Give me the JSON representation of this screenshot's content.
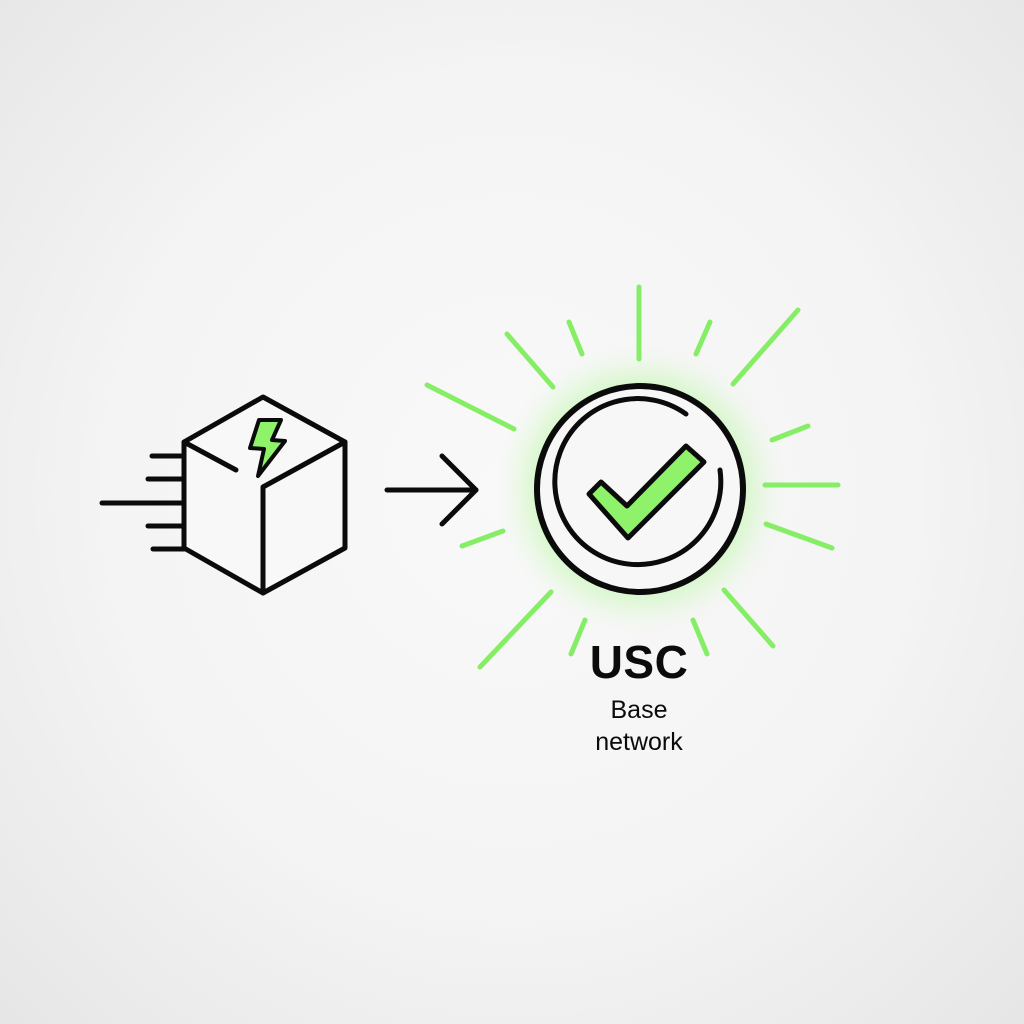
{
  "diagram": {
    "description": "Package with lightning bolt moving fast toward a confirmed checkmark badge",
    "colors": {
      "stroke": "#0b0b0b",
      "accent": "#8ef26a",
      "accent_ray": "#86ee66",
      "glow": "#a6f58a",
      "background": "#f4f4f4",
      "fill": "#f8f8f8"
    },
    "source": {
      "icon": "package-box-icon",
      "badge_icon": "lightning-bolt-icon",
      "motion": "speed-lines-icon"
    },
    "connector": {
      "icon": "arrow-right-icon"
    },
    "target": {
      "icon": "checkmark-circle-icon",
      "effect": "radiating-rays",
      "title": "USC",
      "subtitle_line1": "Base",
      "subtitle_line2": "network"
    }
  }
}
